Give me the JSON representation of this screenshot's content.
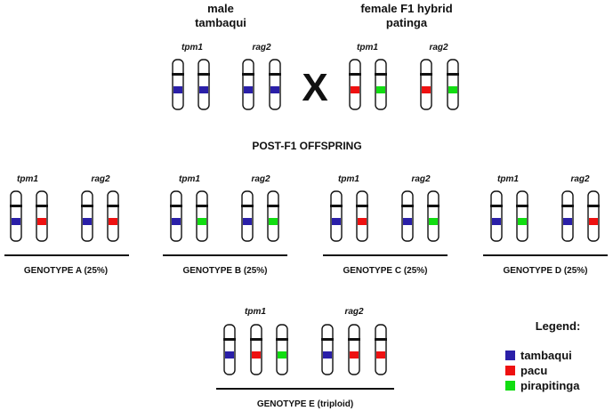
{
  "parents": {
    "male": {
      "line1": "male",
      "line2": "tambaqui",
      "tpm1": [
        "tambaqui",
        "tambaqui"
      ],
      "rag2": [
        "tambaqui",
        "tambaqui"
      ]
    },
    "cross_symbol": "X",
    "female": {
      "line1": "female F1 hybrid",
      "line2": "patinga",
      "tpm1": [
        "pacu",
        "pirapitinga"
      ],
      "rag2": [
        "pacu",
        "pirapitinga"
      ]
    }
  },
  "genes": {
    "tpm1": "tpm1",
    "rag2": "rag2"
  },
  "offspring_title": "POST-F1 OFFSPRING",
  "genotypes": [
    {
      "label": "GENOTYPE A (25%)",
      "tpm1": [
        "tambaqui",
        "pacu"
      ],
      "rag2": [
        "tambaqui",
        "pacu"
      ]
    },
    {
      "label": "GENOTYPE B (25%)",
      "tpm1": [
        "tambaqui",
        "pirapitinga"
      ],
      "rag2": [
        "tambaqui",
        "pirapitinga"
      ]
    },
    {
      "label": "GENOTYPE C (25%)",
      "tpm1": [
        "tambaqui",
        "pacu"
      ],
      "rag2": [
        "tambaqui",
        "pirapitinga"
      ]
    },
    {
      "label": "GENOTYPE D (25%)",
      "tpm1": [
        "tambaqui",
        "pirapitinga"
      ],
      "rag2": [
        "tambaqui",
        "pacu"
      ]
    },
    {
      "label": "GENOTYPE E (triploid)",
      "tpm1": [
        "tambaqui",
        "pacu",
        "pirapitinga"
      ],
      "rag2": [
        "tambaqui",
        "pacu",
        "pacu"
      ]
    }
  ],
  "legend": {
    "title": "Legend:",
    "items": [
      {
        "key": "tambaqui",
        "label": "tambaqui",
        "color": "#2a1fa8"
      },
      {
        "key": "pacu",
        "label": "pacu",
        "color": "#ee1111"
      },
      {
        "key": "pirapitinga",
        "label": "pirapitinga",
        "color": "#11dd11"
      }
    ]
  }
}
